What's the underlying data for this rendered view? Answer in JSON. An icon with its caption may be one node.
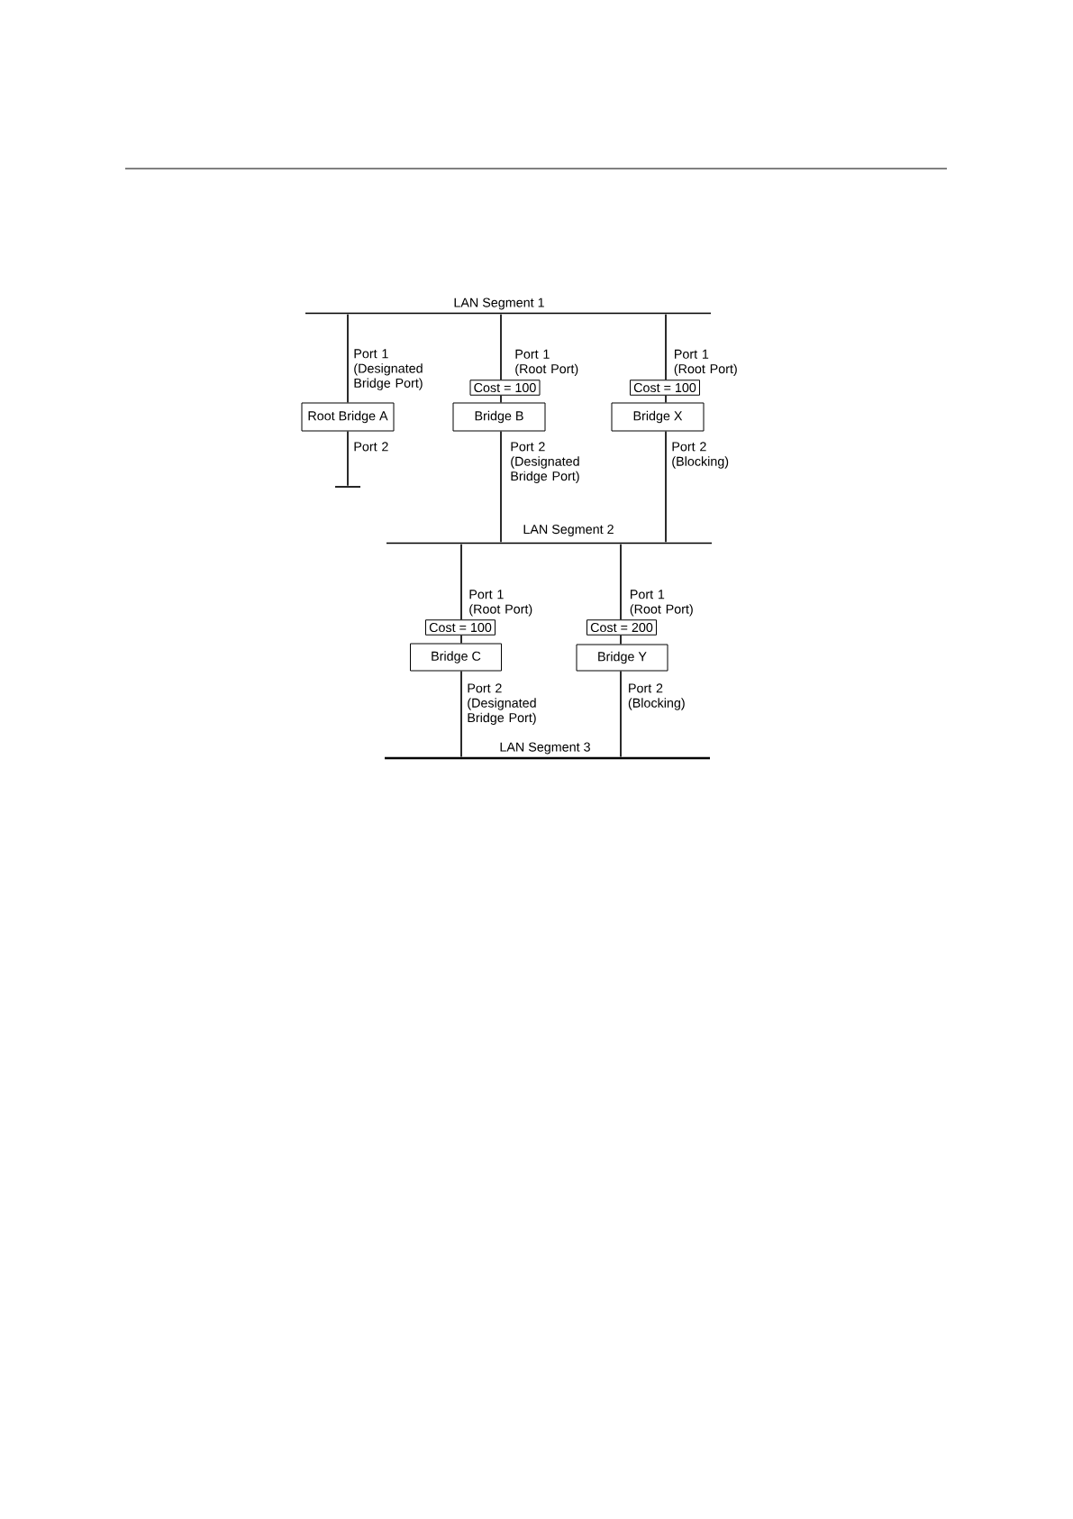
{
  "diagram": {
    "nodes": [
      {
        "text": [
          "LAN Segment 1"
        ]
      },
      {
        "text": [
          "Cost = 100"
        ]
      },
      {
        "text": [
          "Cost = 100"
        ]
      },
      {
        "text": [
          "Root Bridge A"
        ]
      },
      {
        "text": [
          "Bridge B"
        ]
      },
      {
        "text": [
          "Bridge X"
        ]
      },
      {
        "text": [],
        "shape": "bar"
      },
      {
        "text": [
          "LAN Segment 2"
        ]
      },
      {
        "text": [
          "Cost = 100"
        ]
      },
      {
        "text": [
          "Cost = 200"
        ]
      },
      {
        "text": [
          "Bridge C"
        ]
      },
      {
        "text": [
          "Bridge Y"
        ]
      },
      {
        "text": [
          "LAN Segment 3"
        ]
      }
    ],
    "edges": [
      {
        "from": 0,
        "to": 3,
        "arrow": "none",
        "label": "Port 1 (Designated Bridge Port)"
      },
      {
        "from": 3,
        "to": 6,
        "arrow": "none",
        "label": "Port 2"
      },
      {
        "from": 0,
        "to": 1,
        "arrow": "none",
        "label": "Port 1 (Root Port)"
      },
      {
        "from": 1,
        "to": 4,
        "arrow": "none"
      },
      {
        "from": 4,
        "to": 7,
        "arrow": "none",
        "label": "Port 2 (Designated Bridge Port)"
      },
      {
        "from": 0,
        "to": 2,
        "arrow": "none",
        "label": "Port 1 (Root Port)"
      },
      {
        "from": 2,
        "to": 5,
        "arrow": "none"
      },
      {
        "from": 5,
        "to": 7,
        "arrow": "none",
        "label": "Port 2 (Blocking)"
      },
      {
        "from": 7,
        "to": 8,
        "arrow": "none",
        "label": "Port 1 (Root Port)"
      },
      {
        "from": 8,
        "to": 10,
        "arrow": "none"
      },
      {
        "from": 10,
        "to": 12,
        "arrow": "none",
        "label": "Port 2 (Designated Bridge Port)"
      },
      {
        "from": 7,
        "to": 9,
        "arrow": "none",
        "label": "Port 1 (Root Port)"
      },
      {
        "from": 9,
        "to": 11,
        "arrow": "none"
      },
      {
        "from": 11,
        "to": 12,
        "arrow": "none",
        "label": "Port 2 (Blocking)"
      }
    ]
  }
}
